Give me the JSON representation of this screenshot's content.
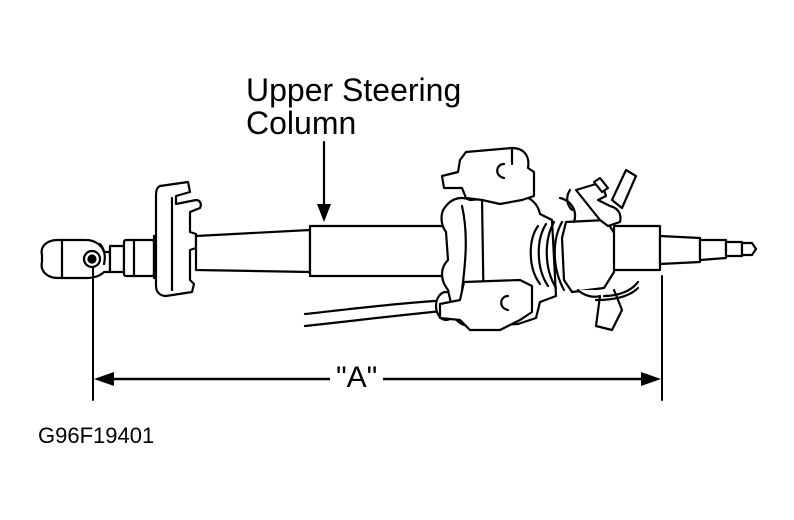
{
  "callout": {
    "line1": "Upper Steering",
    "line2": "Column"
  },
  "dimension": {
    "label": "\"A\""
  },
  "figure_code": "G96F19401",
  "colors": {
    "ink": "#000000",
    "paper": "#ffffff"
  },
  "icons": {
    "callout_pointer": "down-arrow",
    "dimension_arrows": "double-headed-arrow"
  }
}
